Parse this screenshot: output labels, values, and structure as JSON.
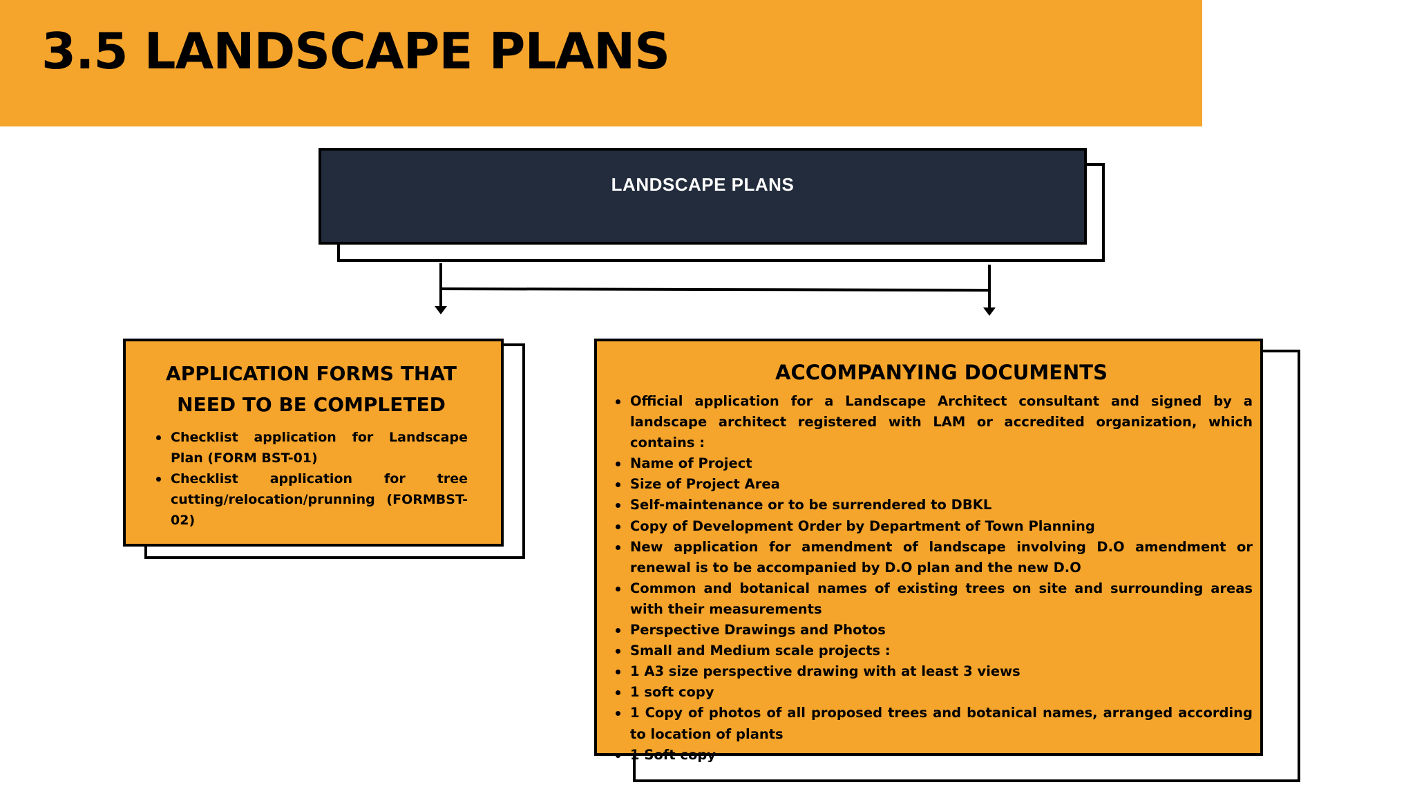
{
  "title": "3.5 LANDSCAPE PLANS",
  "colors": {
    "accent_orange": "#f5a42c",
    "root_box_navy": "#222c3c",
    "outline": "#000000",
    "root_label_text": "#ffffff"
  },
  "diagram": {
    "root": {
      "label": "LANDSCAPE PLANS"
    },
    "left": {
      "heading": "APPLICATION FORMS THAT NEED TO BE COMPLETED",
      "items": [
        "Checklist application for Landscape Plan (FORM BST-01)",
        "Checklist application for tree cutting/relocation/prunning (FORMBST-02)"
      ]
    },
    "right": {
      "heading": "ACCOMPANYING DOCUMENTS",
      "items": [
        "Official application for a Landscape Architect consultant and signed by a landscape architect registered with LAM or accredited organization, which contains :",
        "Name of Project",
        "Size of Project Area",
        "Self-maintenance or to be surrendered to DBKL",
        "Copy of Development Order by Department of Town Planning",
        "New application for amendment of landscape involving D.O amendment or renewal is to be accompanied by D.O plan and the new D.O",
        "Common and botanical names of existing trees on site and surrounding areas with their measurements",
        "Perspective Drawings and Photos",
        "Small and Medium scale projects :",
        "1 A3 size perspective drawing with at least 3 views",
        "1 soft copy",
        "1 Copy of photos of all proposed trees and botanical names, arranged according to location of plants",
        "1 Soft copy"
      ]
    }
  }
}
